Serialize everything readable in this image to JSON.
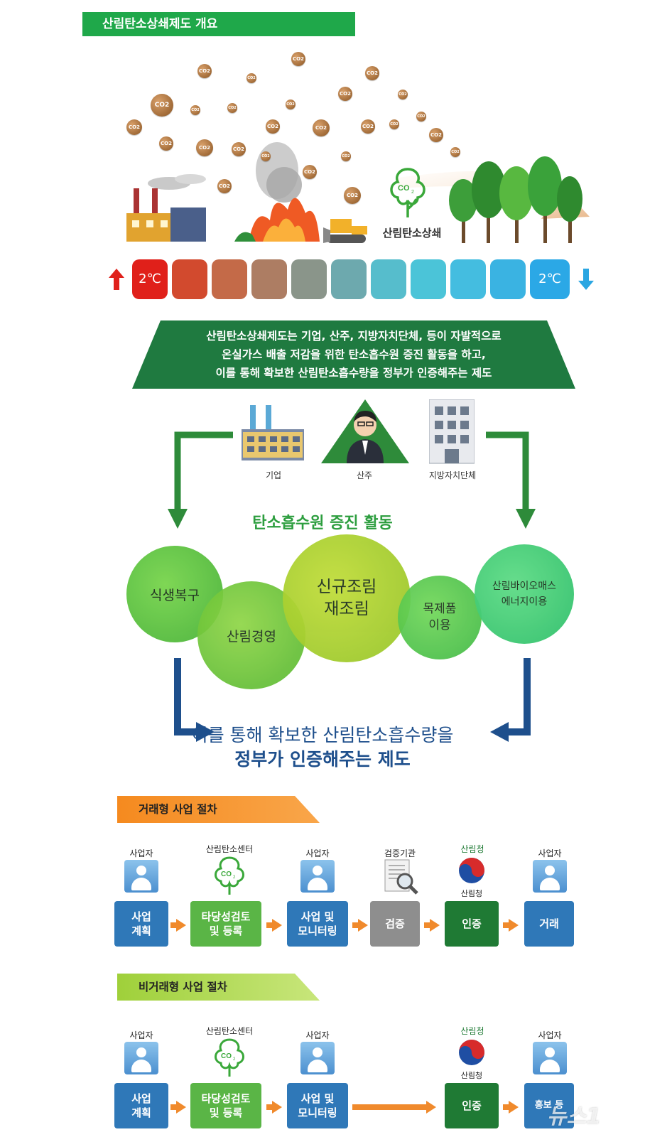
{
  "header": {
    "title": "산림탄소상쇄제도 개요"
  },
  "illustration": {
    "co2_label": "CO2",
    "logo_label": "산림탄소상쇄",
    "therm_left": "2℃",
    "therm_right": "2℃",
    "colors": {
      "hot": "#e02a1e",
      "cold": "#2aa6e2",
      "forest": "#2f9b3c"
    }
  },
  "banner": {
    "line1": "산림탄소상쇄제도는 기업, 산주, 지방자치단체, 등이 자발적으로",
    "line2": "온실가스 배출 저감을 위한 탄소흡수원 증진 활동을 하고,",
    "line3": "이를 통해 확보한 산림탄소흡수량을 정부가 인증해주는 제도"
  },
  "entities": [
    {
      "label": "기업",
      "icon": "factory-icon"
    },
    {
      "label": "산주",
      "icon": "forest-owner-icon"
    },
    {
      "label": "지방자치단체",
      "icon": "government-building-icon"
    }
  ],
  "activities": {
    "title": "탄소흡수원 증진 활동",
    "items": [
      {
        "line1": "식생복구",
        "line2": ""
      },
      {
        "line1": "산림경영",
        "line2": ""
      },
      {
        "line1": "신규조림",
        "line2": "재조림"
      },
      {
        "line1": "목제품",
        "line2": "이용"
      },
      {
        "line1": "산림바이오매스",
        "line2": "에너지이용"
      }
    ]
  },
  "result": {
    "line1": "이를 통해 확보한 산림탄소흡수량을",
    "line2": "정부가 인증해주는 제도"
  },
  "trade_process": {
    "title": "거래형 사업 절차",
    "steps": [
      {
        "actor": "사업자",
        "icon": "person-icon",
        "line1": "사업",
        "line2": "계획",
        "color": "#2f78b8"
      },
      {
        "actor": "산림탄소센터",
        "icon": "carbon-center-logo-icon",
        "line1": "타당성검토",
        "line2": "및 등록",
        "color": "#5ab546"
      },
      {
        "actor": "사업자",
        "icon": "person-icon",
        "line1": "사업 및",
        "line2": "모니터링",
        "color": "#2f78b8"
      },
      {
        "actor": "검증기관",
        "icon": "document-magnifier-icon",
        "line1": "검증",
        "line2": "",
        "color": "#8e8e8e"
      },
      {
        "actor": "산림청",
        "icon": "taegeuk-emblem-icon",
        "icon_label": "산림청",
        "line1": "인증",
        "line2": "",
        "color": "#1f7a34"
      },
      {
        "actor": "사업자",
        "icon": "person-icon",
        "line1": "거래",
        "line2": "",
        "color": "#2f78b8"
      }
    ]
  },
  "nontrade_process": {
    "title": "비거래형 사업 절차",
    "steps": [
      {
        "actor": "사업자",
        "icon": "person-icon",
        "line1": "사업",
        "line2": "계획",
        "color": "#2f78b8"
      },
      {
        "actor": "산림탄소센터",
        "icon": "carbon-center-logo-icon",
        "line1": "타당성검토",
        "line2": "및 등록",
        "color": "#5ab546"
      },
      {
        "actor": "사업자",
        "icon": "person-icon",
        "line1": "사업 및",
        "line2": "모니터링",
        "color": "#2f78b8"
      },
      {
        "actor": "산림청",
        "icon": "taegeuk-emblem-icon",
        "icon_label": "산림청",
        "line1": "인증",
        "line2": "",
        "color": "#1f7a34"
      },
      {
        "actor": "사업자",
        "icon": "person-icon",
        "line1": "홍보 등",
        "line2": "",
        "color": "#2f78b8"
      }
    ]
  },
  "watermark": {
    "text": "뉴스1"
  },
  "chart_data": {
    "type": "table",
    "title": "산림탄소상쇄제도 개요",
    "series": [
      {
        "name": "거래형 사업 절차",
        "values": [
          "사업 계획",
          "타당성검토 및 등록",
          "사업 및 모니터링",
          "검증",
          "인증",
          "거래"
        ]
      },
      {
        "name": "비거래형 사업 절차",
        "values": [
          "사업 계획",
          "타당성검토 및 등록",
          "사업 및 모니터링",
          "인증",
          "홍보 등"
        ]
      }
    ]
  }
}
